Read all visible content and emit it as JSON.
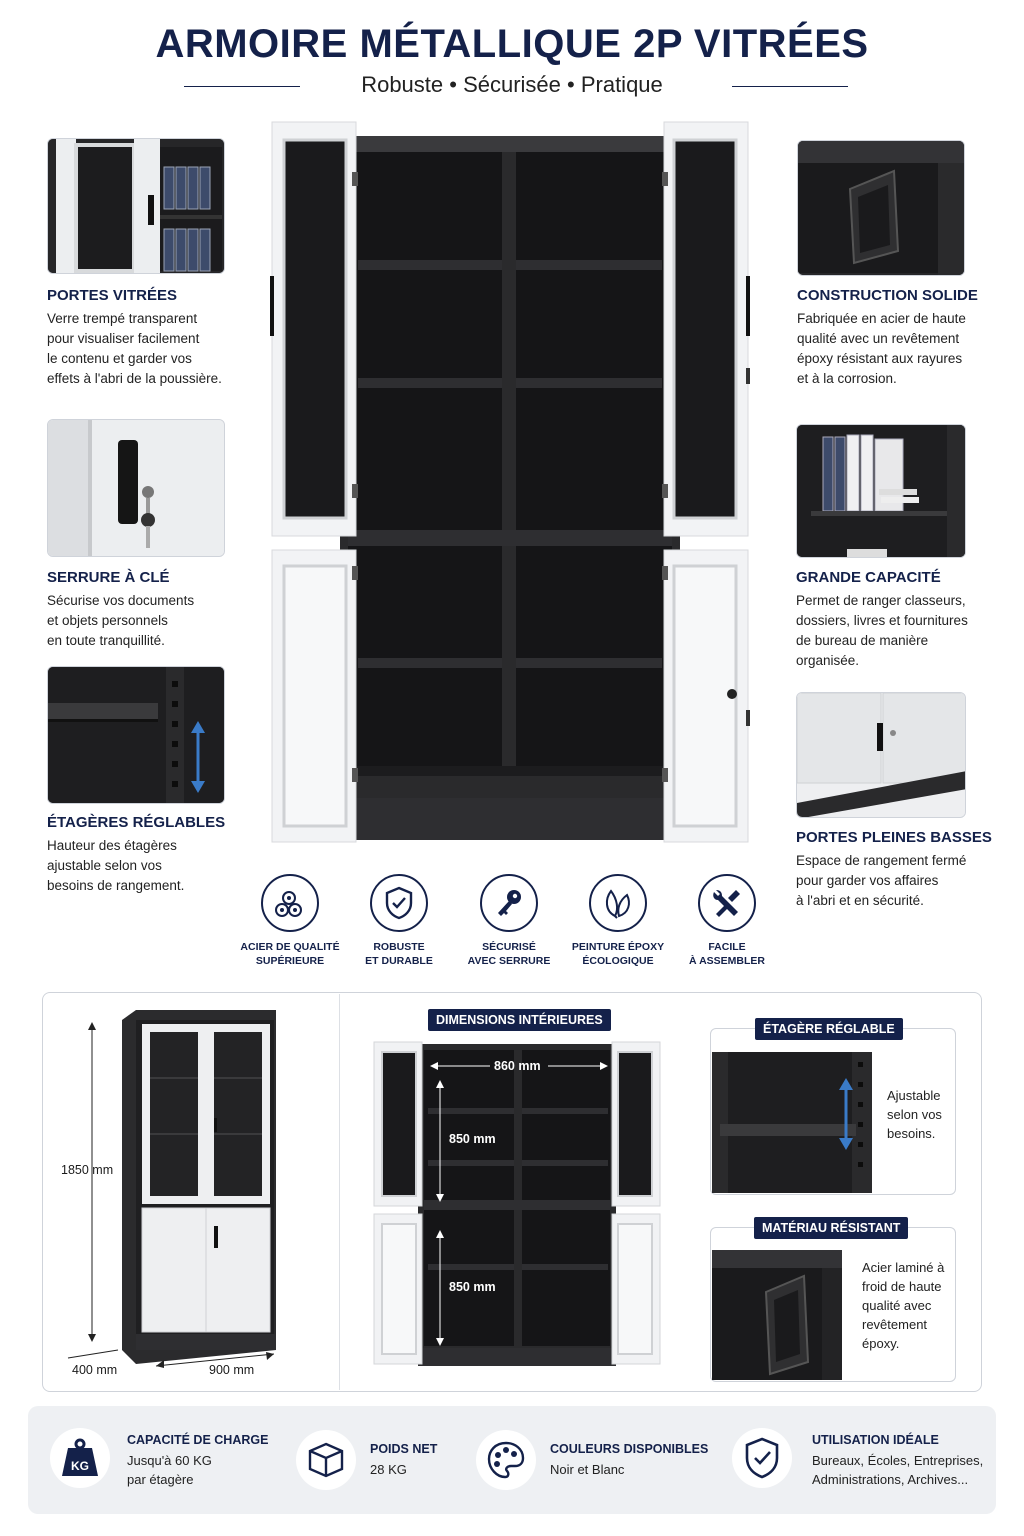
{
  "header": {
    "title": "ARMOIRE MÉTALLIQUE 2P VITRÉES",
    "subtitle": "Robuste • Sécurisée • Pratique"
  },
  "features_left": [
    {
      "title": "PORTES VITRÉES",
      "lines": [
        "Verre trempé transparent",
        "pour visualiser facilement",
        "le contenu et garder vos",
        "effets à l'abri de la poussière."
      ]
    },
    {
      "title": "SERRURE À CLÉ",
      "lines": [
        "Sécurise vos documents",
        "et objets personnels",
        "en toute tranquillité."
      ]
    },
    {
      "title": "ÉTAGÈRES RÉGLABLES",
      "lines": [
        "Hauteur des étagères",
        "ajustable selon vos",
        "besoins de rangement."
      ]
    }
  ],
  "features_right": [
    {
      "title": "CONSTRUCTION SOLIDE",
      "lines": [
        "Fabriquée en acier de haute",
        "qualité avec un revêtement",
        "époxy résistant aux rayures",
        "et à la corrosion."
      ]
    },
    {
      "title": "GRANDE CAPACITÉ",
      "lines": [
        "Permet de ranger classeurs,",
        "dossiers, livres et fournitures",
        "de bureau de manière",
        "organisée."
      ]
    },
    {
      "title": "PORTES PLEINES BASSES",
      "lines": [
        "Espace de rangement fermé",
        "pour garder vos affaires",
        "à l'abri et en sécurité."
      ]
    }
  ],
  "badges": [
    {
      "icon": "steel-pipes-icon",
      "lines": [
        "ACIER DE QUALITÉ",
        "SUPÉRIEURE"
      ]
    },
    {
      "icon": "shield-check-icon",
      "lines": [
        "ROBUSTE",
        "ET DURABLE"
      ]
    },
    {
      "icon": "key-icon",
      "lines": [
        "SÉCURISÉ",
        "AVEC SERRURE"
      ]
    },
    {
      "icon": "leaf-icon",
      "lines": [
        "PEINTURE ÉPOXY",
        "ÉCOLOGIQUE"
      ]
    },
    {
      "icon": "tools-icon",
      "lines": [
        "FACILE",
        "À ASSEMBLER"
      ]
    }
  ],
  "dimensions": {
    "height": "1850 mm",
    "depth": "400 mm",
    "width": "900 mm",
    "interior_title": "DIMENSIONS INTÉRIEURES",
    "interior_width": "860 mm",
    "upper_height": "850 mm",
    "lower_height": "850 mm"
  },
  "cards": [
    {
      "title": "ÉTAGÈRE RÉGLABLE",
      "lines": [
        "Ajustable",
        "selon vos",
        "besoins."
      ]
    },
    {
      "title": "MATÉRIAU RÉSISTANT",
      "lines": [
        "Acier laminé à",
        "froid de haute",
        "qualité avec",
        "revêtement",
        "époxy."
      ]
    }
  ],
  "specs": [
    {
      "icon": "weight-kg-icon",
      "icon_text": "KG",
      "title": "CAPACITÉ DE CHARGE",
      "lines": [
        "Jusqu'à 60 KG",
        "par étagère"
      ]
    },
    {
      "icon": "box-icon",
      "title": "POIDS NET",
      "lines": [
        "28 KG"
      ]
    },
    {
      "icon": "palette-icon",
      "title": "COULEURS DISPONIBLES",
      "lines": [
        "Noir et Blanc"
      ]
    },
    {
      "icon": "shield-check-icon",
      "title": "UTILISATION IDÉALE",
      "lines": [
        "Bureaux, Écoles, Entreprises,",
        "Administrations, Archives..."
      ]
    }
  ],
  "colors": {
    "navy": "#14214a",
    "accent_blue": "#3a7bc8",
    "cabinet_black": "#1e1e20",
    "door_white": "#f2f3f5"
  }
}
